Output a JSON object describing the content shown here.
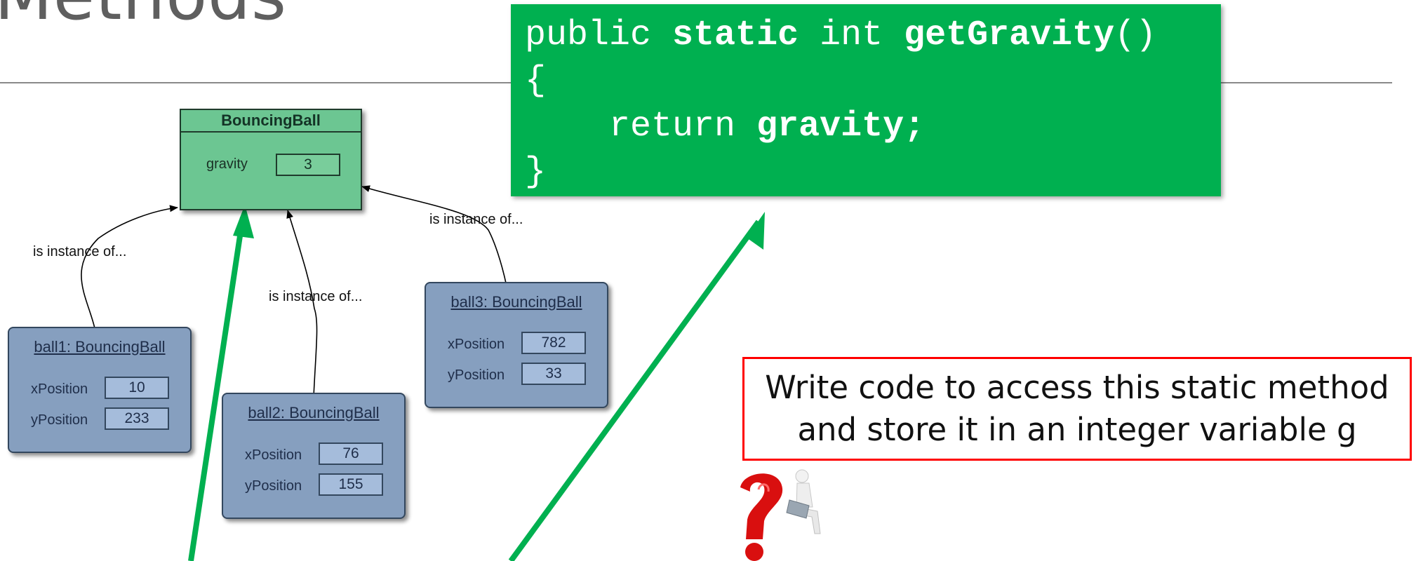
{
  "slide": {
    "title": "Methods"
  },
  "class_box": {
    "name": "BouncingBall",
    "field_label": "gravity",
    "field_value": "3"
  },
  "objects": [
    {
      "title": "ball1: BouncingBall",
      "x_label": "xPosition",
      "x_value": "10",
      "y_label": "yPosition",
      "y_value": "233"
    },
    {
      "title": "ball2: BouncingBall",
      "x_label": "xPosition",
      "x_value": "76",
      "y_label": "yPosition",
      "y_value": "155"
    },
    {
      "title": "ball3: BouncingBall",
      "x_label": "xPosition",
      "x_value": "782",
      "y_label": "yPosition",
      "y_value": "33"
    }
  ],
  "relation_label": "is instance of...",
  "code": {
    "line1": {
      "t1": "public ",
      "t2": "static",
      "t3": " int ",
      "t4": "getGravity",
      "t5": "()"
    },
    "line2": "{",
    "line3": {
      "t1": "    return ",
      "t2": "gravity;"
    },
    "line4": "}"
  },
  "prompt": {
    "line1": "Write code to access this static method",
    "line2": "and store it in an integer variable g"
  },
  "colors": {
    "class_fill": "#6cc692",
    "object_fill": "#869fbf",
    "code_background": "#00b050",
    "arrow_green": "#00b050",
    "prompt_border": "#ff0000"
  },
  "icons": {
    "question_figure": "question-mark-person-with-laptop-icon"
  }
}
